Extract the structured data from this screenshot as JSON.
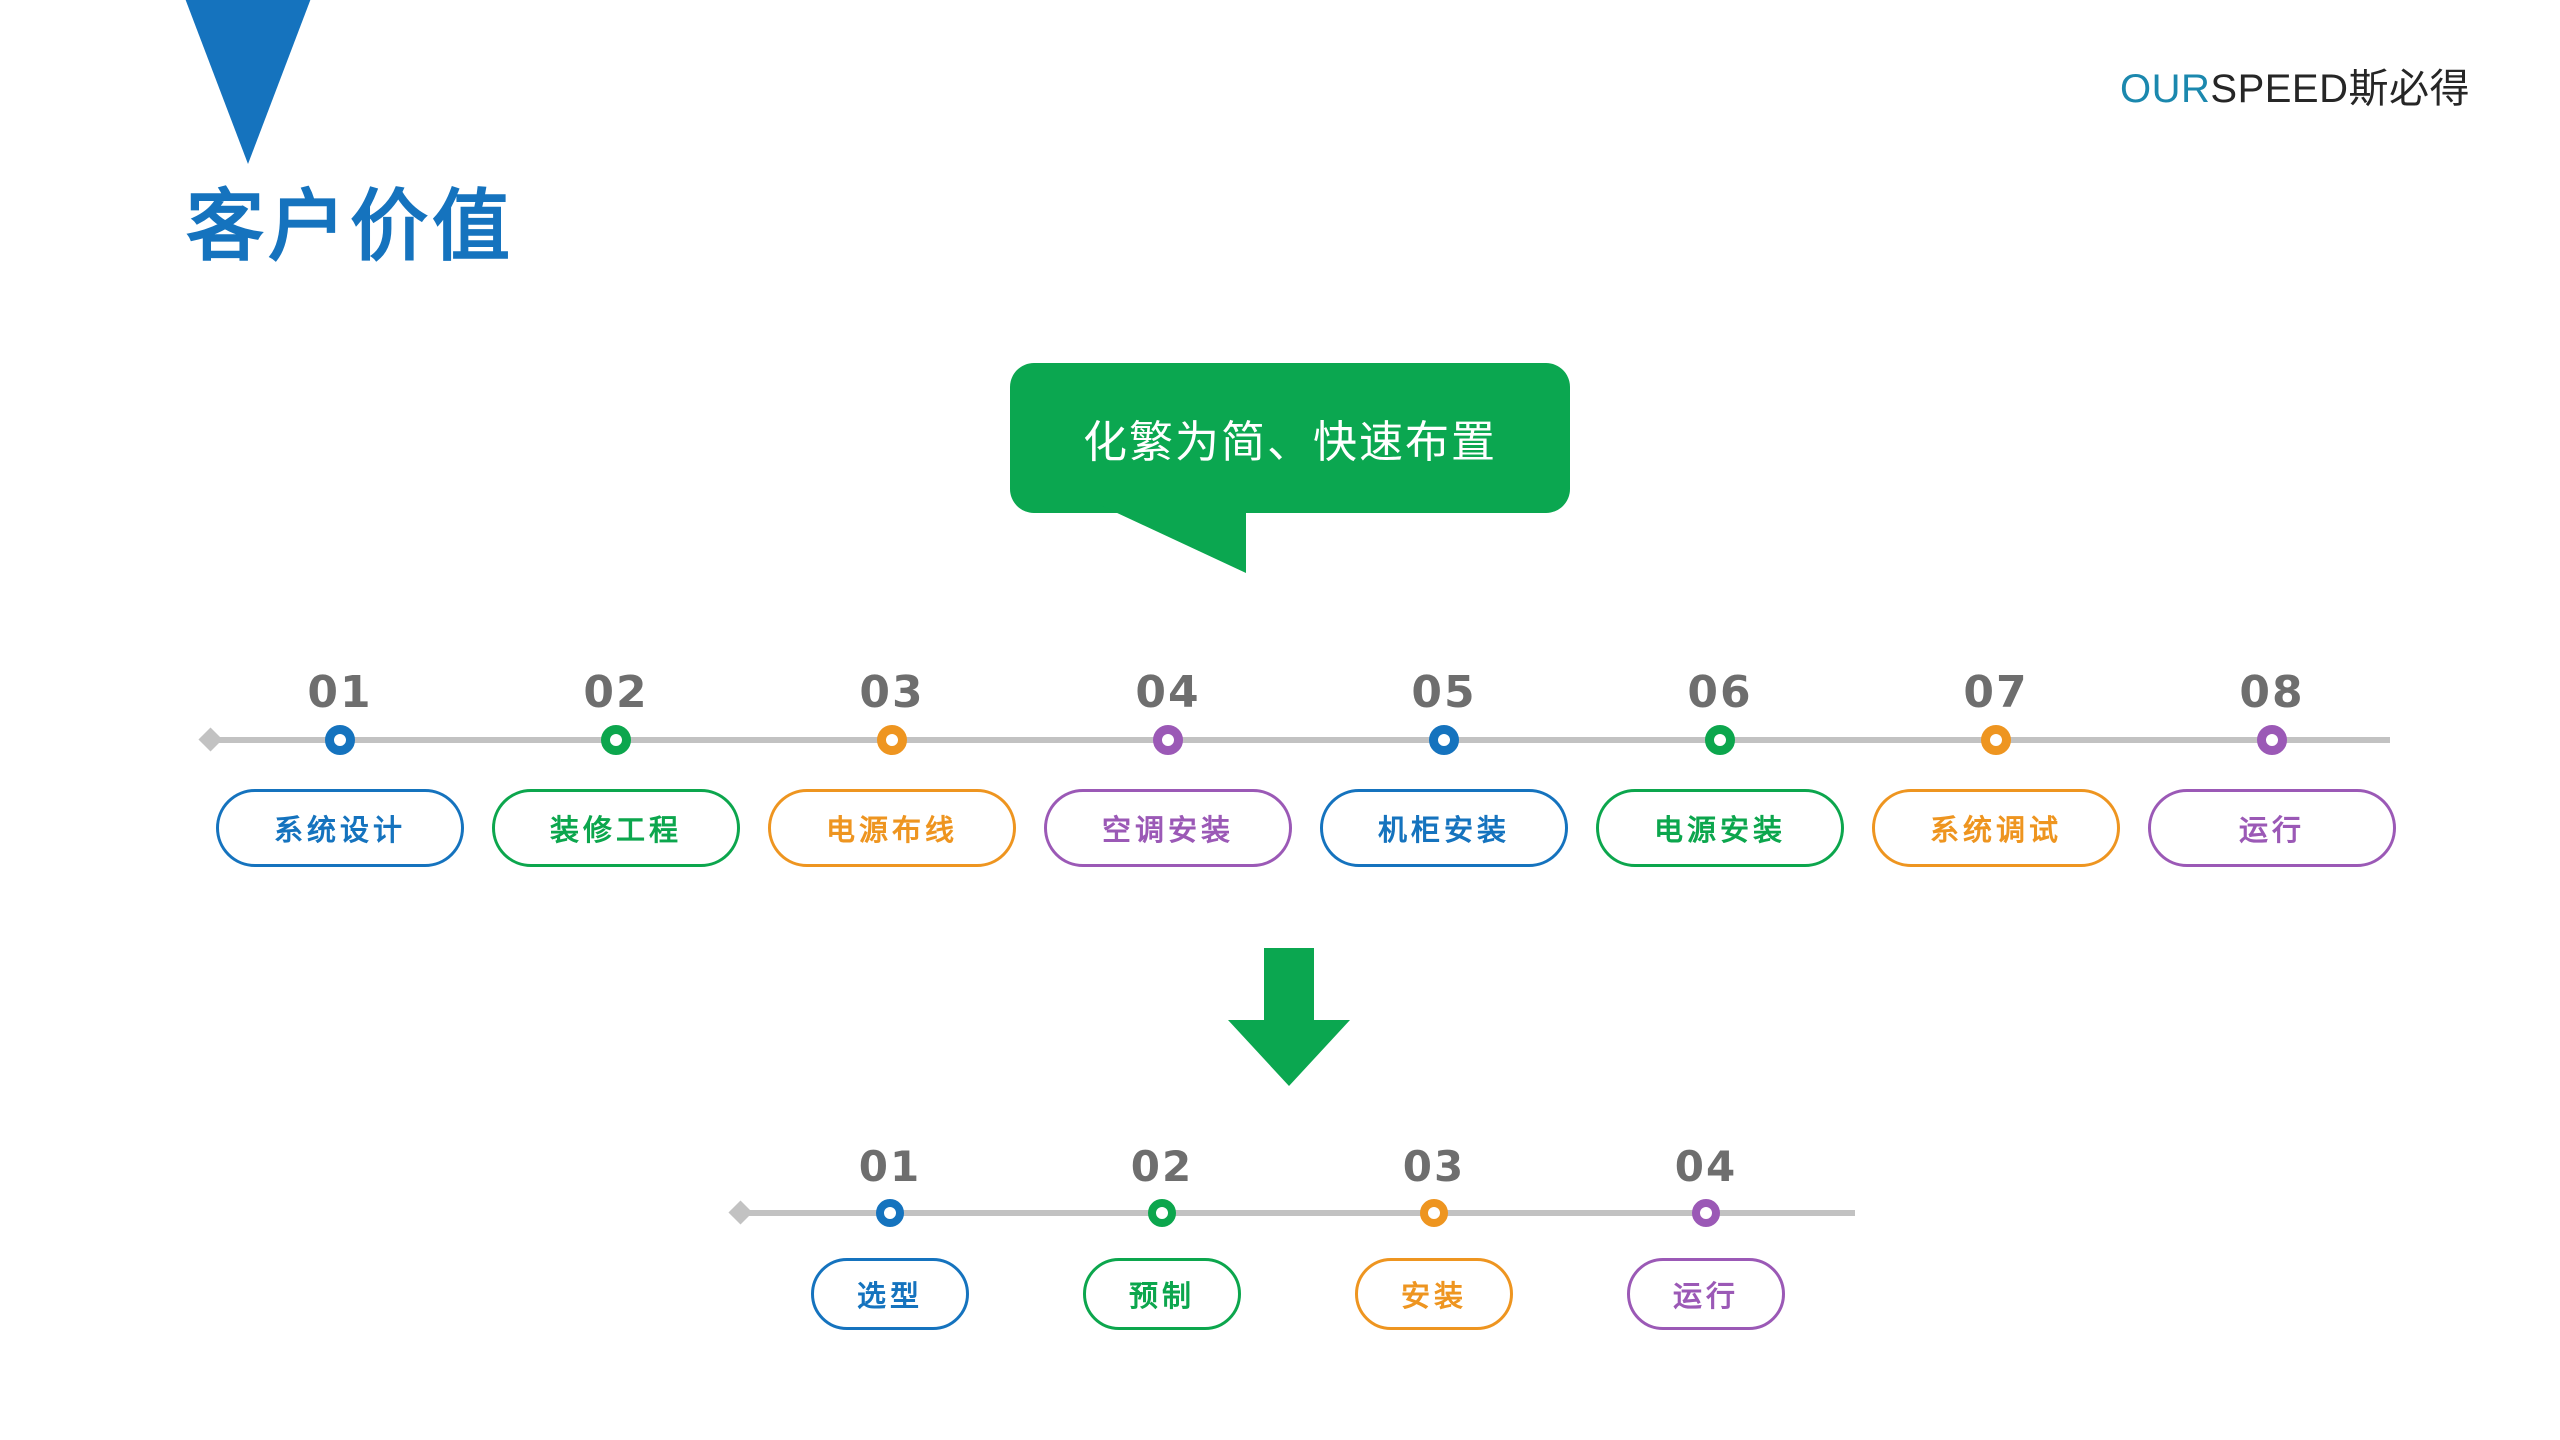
{
  "brand": {
    "prefix": "OUR",
    "suffix": "SPEED",
    "chinese": "斯必得"
  },
  "page_title": "客户价值",
  "callout": {
    "text": "化繁为简、快速布置",
    "bg_color": "#0BA750",
    "text_color": "#FFFFFF"
  },
  "arrow": {
    "name": "down-arrow",
    "color": "#0BA750"
  },
  "colors": {
    "blue": "#1573BE",
    "green": "#0CA64D",
    "orange": "#EE9520",
    "purple": "#9B59B6",
    "line_gray": "#C2C2C2",
    "number_gray": "#6E6E6E",
    "brand_teal": "#1B88AE",
    "brand_dark": "#262626"
  },
  "timeline_primary": {
    "name": "traditional-deployment-timeline",
    "steps": [
      {
        "number": "01",
        "label": "系统设计",
        "color": "#1573BE"
      },
      {
        "number": "02",
        "label": "装修工程",
        "color": "#0CA64D"
      },
      {
        "number": "03",
        "label": "电源布线",
        "color": "#EE9520"
      },
      {
        "number": "04",
        "label": "空调安装",
        "color": "#9B59B6"
      },
      {
        "number": "05",
        "label": "机柜安装",
        "color": "#1573BE"
      },
      {
        "number": "06",
        "label": "电源安装",
        "color": "#0CA64D"
      },
      {
        "number": "07",
        "label": "系统调试",
        "color": "#EE9520"
      },
      {
        "number": "08",
        "label": "运行",
        "color": "#9B59B6"
      }
    ]
  },
  "timeline_secondary": {
    "name": "simplified-deployment-timeline",
    "steps": [
      {
        "number": "01",
        "label": "选型",
        "color": "#1573BE"
      },
      {
        "number": "02",
        "label": "预制",
        "color": "#0CA64D"
      },
      {
        "number": "03",
        "label": "安装",
        "color": "#EE9520"
      },
      {
        "number": "04",
        "label": "运行",
        "color": "#9B59B6"
      }
    ]
  }
}
